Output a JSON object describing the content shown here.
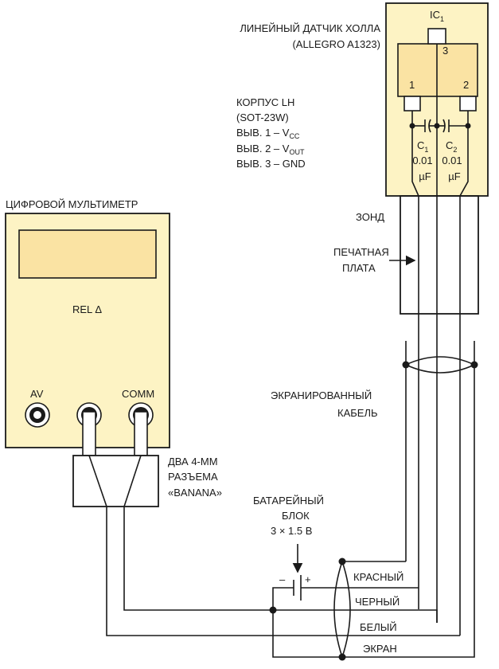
{
  "sensor": {
    "title_line1": "ЛИНЕЙНЫЙ ДАТЧИК ХОЛЛА",
    "title_line2": "(ALLEGRO A1323)",
    "ic_label": "IC",
    "ic_sub": "1",
    "pin1": "1",
    "pin2": "2",
    "pin3": "3"
  },
  "package": {
    "line1": "КОРПУС LH",
    "line2": "(SOT-23W)",
    "pin1_prefix": "ВЫВ. 1 – V",
    "pin1_sub": "CC",
    "pin2_prefix": "ВЫВ. 2 – V",
    "pin2_sub": "OUT",
    "pin3": "ВЫВ. 3 – GND"
  },
  "capacitors": {
    "c1_label": "C",
    "c1_sub": "1",
    "c2_label": "C",
    "c2_sub": "2",
    "c1_value": "0.01",
    "c2_value": "0.01",
    "c1_unit": "µF",
    "c2_unit": "µF"
  },
  "multimeter": {
    "title": "ЦИФРОВОЙ МУЛЬТИМЕТР",
    "rel_label": "REL Δ",
    "av_label": "AV",
    "comm_label": "COMM"
  },
  "labels": {
    "probe": "ЗОНД",
    "pcb_line1": "ПЕЧАТНАЯ",
    "pcb_line2": "ПЛАТА",
    "cable_line1": "ЭКРАНИРОВАННЫЙ",
    "cable_line2": "КАБЕЛЬ",
    "banana_line1": "ДВА 4-ММ",
    "banana_line2": "РАЗЪЕМА",
    "banana_line3": "«BANANA»",
    "battery_line1": "БАТАРЕЙНЫЙ",
    "battery_line2": "БЛОК",
    "battery_line3": "3 × 1.5 В",
    "minus": "–",
    "plus": "+",
    "red": "КРАСНЫЙ",
    "black": "ЧЕРНЫЙ",
    "white": "БЕЛЫЙ",
    "shield": "ЭКРАН"
  },
  "colors": {
    "component_fill": "#fdf3c4",
    "chip_fill": "#fae3a3",
    "line": "#1a1a1a"
  }
}
